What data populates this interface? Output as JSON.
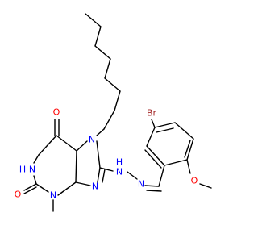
{
  "molecule": {
    "atoms": {
      "o6": "O",
      "n1": "N",
      "h1": "H",
      "o2": "O",
      "n3": "N",
      "n7": "N",
      "n9": "N",
      "nh_hydrazone": "N",
      "h_hydrazone": "H",
      "n_imine": "N",
      "br": "Br",
      "o_methoxy": "O"
    },
    "colors": {
      "bond": "#000000",
      "O": "#ff0000",
      "N": "#0000ff",
      "Br": "#a52a2a"
    }
  }
}
